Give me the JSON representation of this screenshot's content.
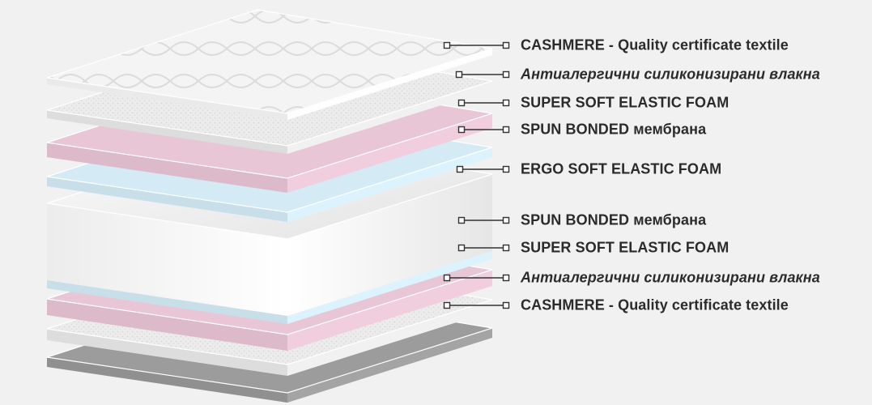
{
  "layers": [
    {
      "label": "CASHMERE - Quality certificate textile",
      "material": "quilted-textile",
      "color": "#f6f6f6"
    },
    {
      "label": "Антиалергични силиконизирани влакна",
      "material": "silicone-fiber",
      "color": "#e9e9e9"
    },
    {
      "label": "SUPER SOFT ELASTIC FOAM",
      "material": "pink-foam",
      "color": "#e8c6d6"
    },
    {
      "label": "SPUN BONDED мембрана",
      "material": "membrane",
      "color": "#d4ebf6"
    },
    {
      "label": "ERGO SOFT ELASTIC FOAM",
      "material": "core-foam",
      "color": "#f3f3f3"
    },
    {
      "label": "SPUN BONDED мембрана",
      "material": "membrane",
      "color": "#d4ebf6"
    },
    {
      "label": "SUPER SOFT ELASTIC FOAM",
      "material": "pink-foam",
      "color": "#e8c6d6"
    },
    {
      "label": "Антиалергични силиконизирани влакна",
      "material": "silicone-fiber",
      "color": "#e9e9e9"
    },
    {
      "label": "CASHMERE - Quality certificate textile",
      "material": "bottom-textile",
      "color": "#9c9c9c"
    }
  ],
  "colors": {
    "background": "#f1f1f1",
    "text": "#2b2b2b",
    "connector": "#333333"
  }
}
